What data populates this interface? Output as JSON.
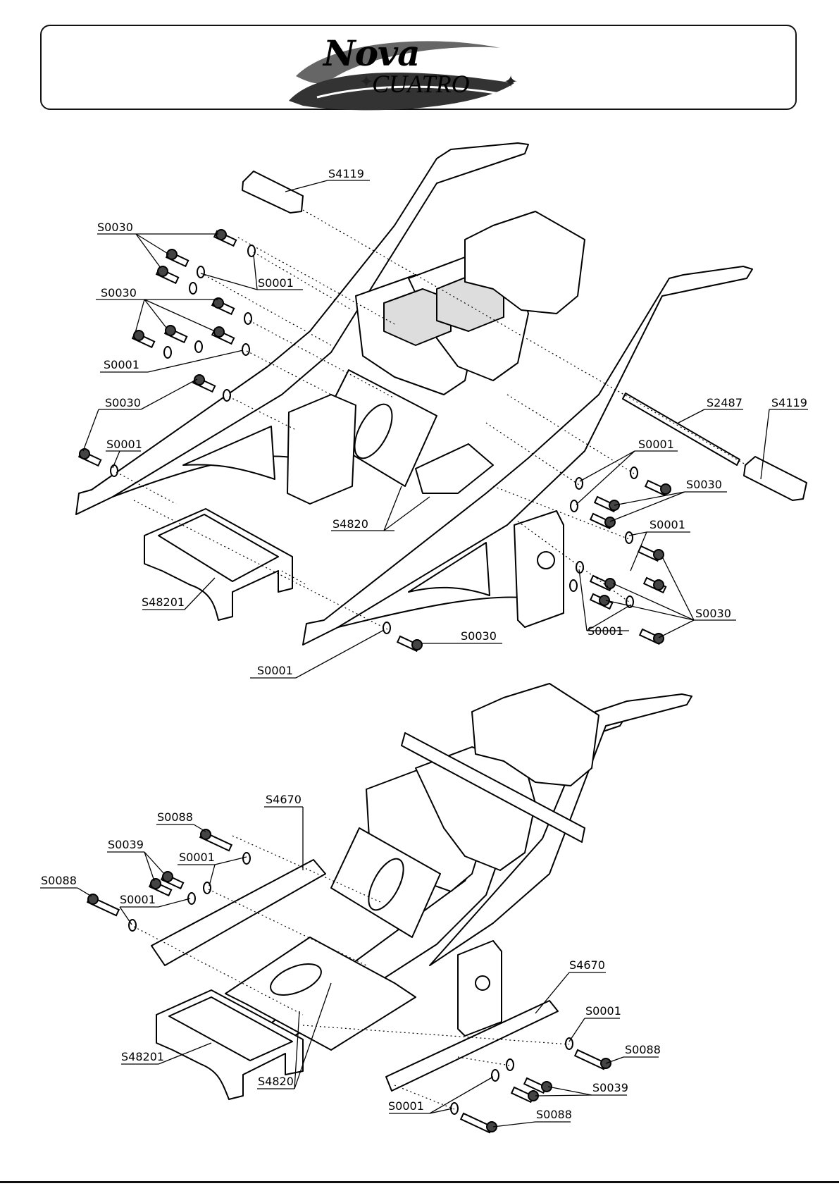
{
  "brand": {
    "name_top": "Nova",
    "name_bottom": "CUATRO"
  },
  "parts": {
    "s4119": "S4119",
    "s0030": "S0030",
    "s0001": "S0001",
    "s2487": "S2487",
    "s4820": "S4820",
    "s48201": "S48201",
    "s4670": "S4670",
    "s0088": "S0088",
    "s0039": "S0039"
  }
}
